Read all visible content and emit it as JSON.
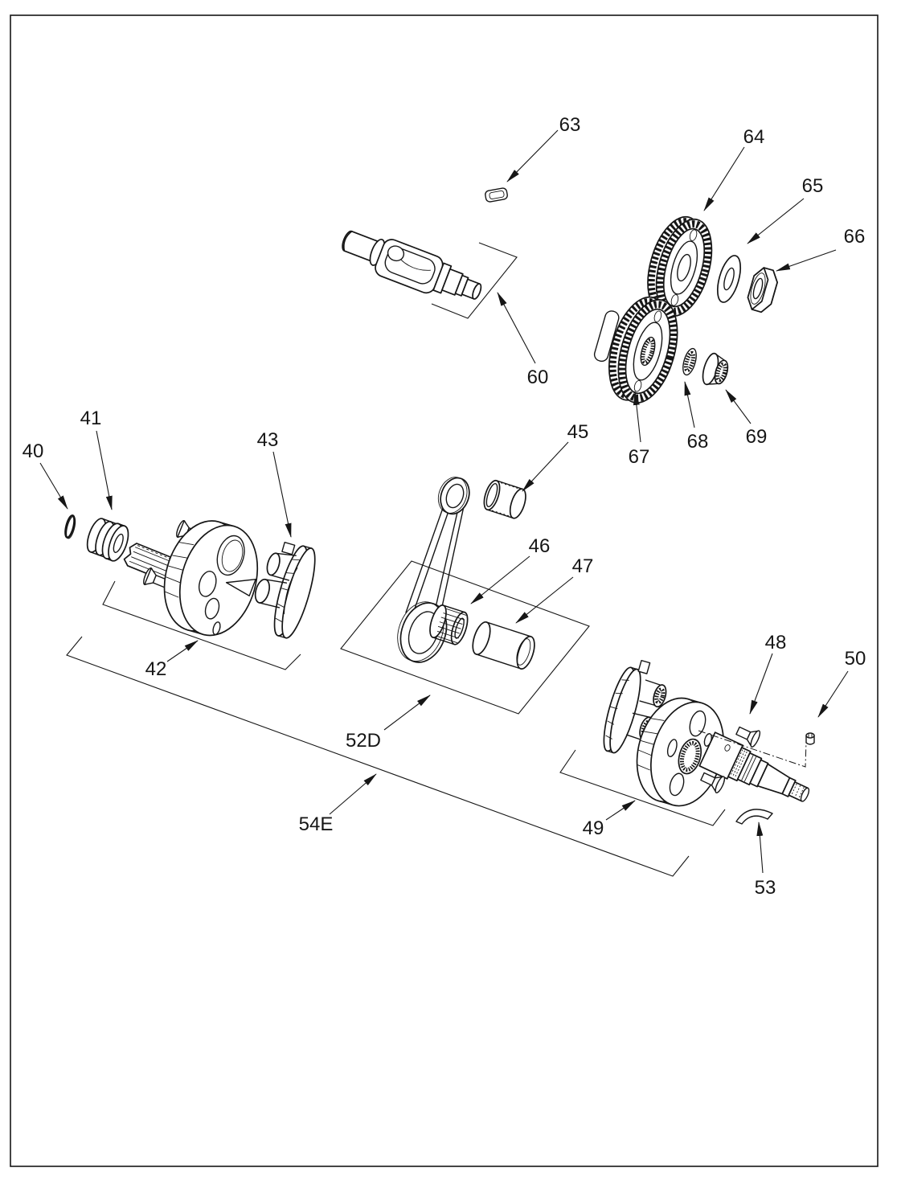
{
  "page": {
    "background": "#ffffff",
    "line_color": "#161616"
  },
  "diagram_type": "exploded-parts-diagram",
  "callouts": {
    "c40": "40",
    "c41": "41",
    "c42": "42",
    "c43": "43",
    "c45": "45",
    "c46": "46",
    "c47": "47",
    "c48": "48",
    "c49": "49",
    "c50": "50",
    "c52d": "52D",
    "c53": "53",
    "c54e": "54E",
    "c60": "60",
    "c63": "63",
    "c64": "64",
    "c65": "65",
    "c66": "66",
    "c67": "67",
    "c68": "68",
    "c69": "69"
  }
}
